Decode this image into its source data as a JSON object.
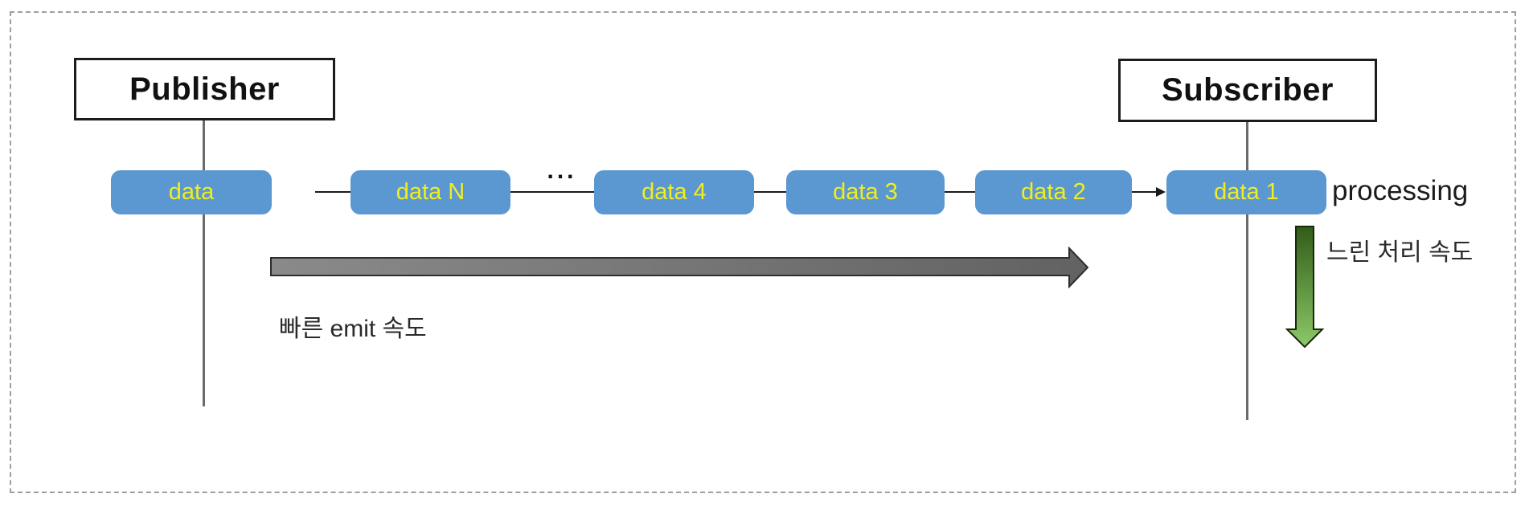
{
  "diagram": {
    "title_hint": "publisher-subscriber backpressure flow",
    "publisher": {
      "label": "Publisher"
    },
    "subscriber": {
      "label": "Subscriber"
    },
    "stream": {
      "source_item": "data",
      "items": [
        "data N",
        "data 4",
        "data 3",
        "data 2",
        "data 1"
      ],
      "ellipsis": "...",
      "processing_label": "processing"
    },
    "annotations": {
      "emit_speed": "빠른 emit 속도",
      "processing_speed": "느린 처리 속도"
    },
    "colors": {
      "data_box_fill": "#5b97d0",
      "data_box_text": "#f0ee21",
      "emit_arrow_fill_left": "#8a8a8a",
      "emit_arrow_fill_right": "#626262",
      "emit_arrow_stroke": "#2e2e2e",
      "processing_arrow_top": "#315c18",
      "processing_arrow_bottom": "#8cc968",
      "lifeline": "#6b6b6b",
      "border_dash": "#9f9f9f"
    }
  }
}
